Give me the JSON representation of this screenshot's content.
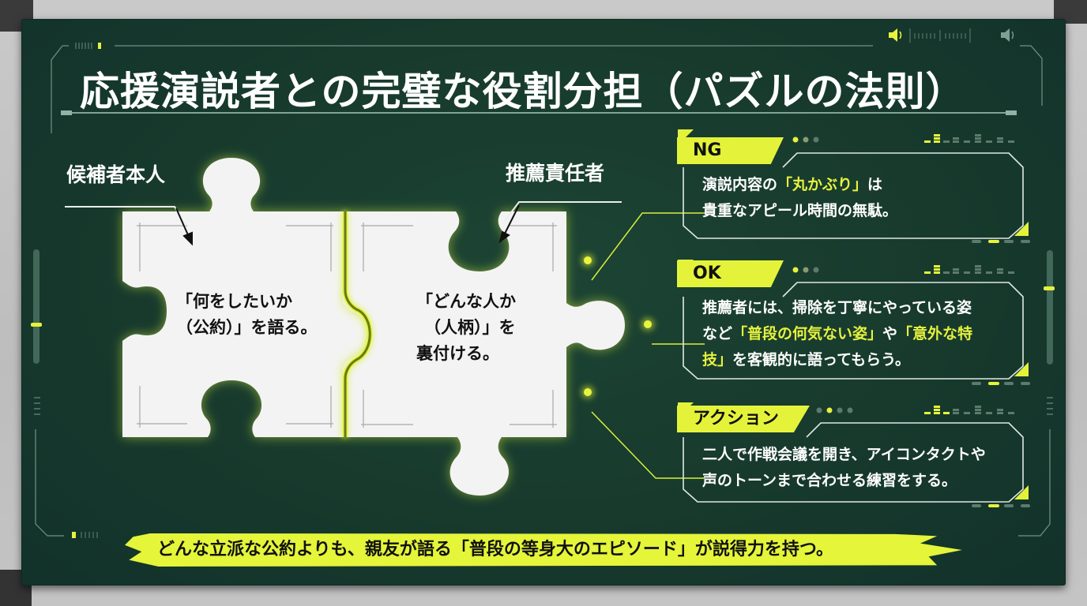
{
  "title": "応援演説者との完璧な役割分担（パズルの法則）",
  "colors": {
    "board": "#173a2d",
    "accent": "#e4f33a",
    "text": "#ffffff",
    "piece": "#f3f3f3",
    "hud": "#8fb3a5"
  },
  "hud": {
    "volume_on_icon": "speaker-on-icon",
    "volume_off_icon": "speaker-off-icon"
  },
  "puzzle": {
    "left_label": "候補者本人",
    "right_label": "推薦責任者",
    "left_piece_lines": [
      "「何をしたいか",
      "（公約）」を語る。"
    ],
    "right_piece_lines": [
      "「どんな人か",
      "（人柄）」を",
      "裏付ける。"
    ]
  },
  "panels": [
    {
      "tag": "NG",
      "lines": [
        [
          {
            "t": "演説内容の",
            "h": false
          },
          {
            "t": "「丸かぶり」",
            "h": true
          },
          {
            "t": "は",
            "h": false
          }
        ],
        [
          {
            "t": "貴重なアピール時間の無駄。",
            "h": false
          }
        ]
      ]
    },
    {
      "tag": "OK",
      "lines": [
        [
          {
            "t": "推薦者には、掃除を丁寧にやっている姿",
            "h": false
          }
        ],
        [
          {
            "t": "など",
            "h": false
          },
          {
            "t": "「普段の何気ない姿」",
            "h": true
          },
          {
            "t": "や",
            "h": false
          },
          {
            "t": "「意外な特",
            "h": true
          }
        ],
        [
          {
            "t": "技」",
            "h": true
          },
          {
            "t": "を客観的に語ってもらう。",
            "h": false
          }
        ]
      ]
    },
    {
      "tag": "アクション",
      "lines": [
        [
          {
            "t": "二人で作戦会議を開き、アイコンタクトや",
            "h": false
          }
        ],
        [
          {
            "t": "声のトーンまで合わせる練習をする。",
            "h": false
          }
        ]
      ]
    }
  ],
  "banner": "どんな立派な公約よりも、親友が語る「普段の等身大のエピソード」が説得力を持つ。"
}
